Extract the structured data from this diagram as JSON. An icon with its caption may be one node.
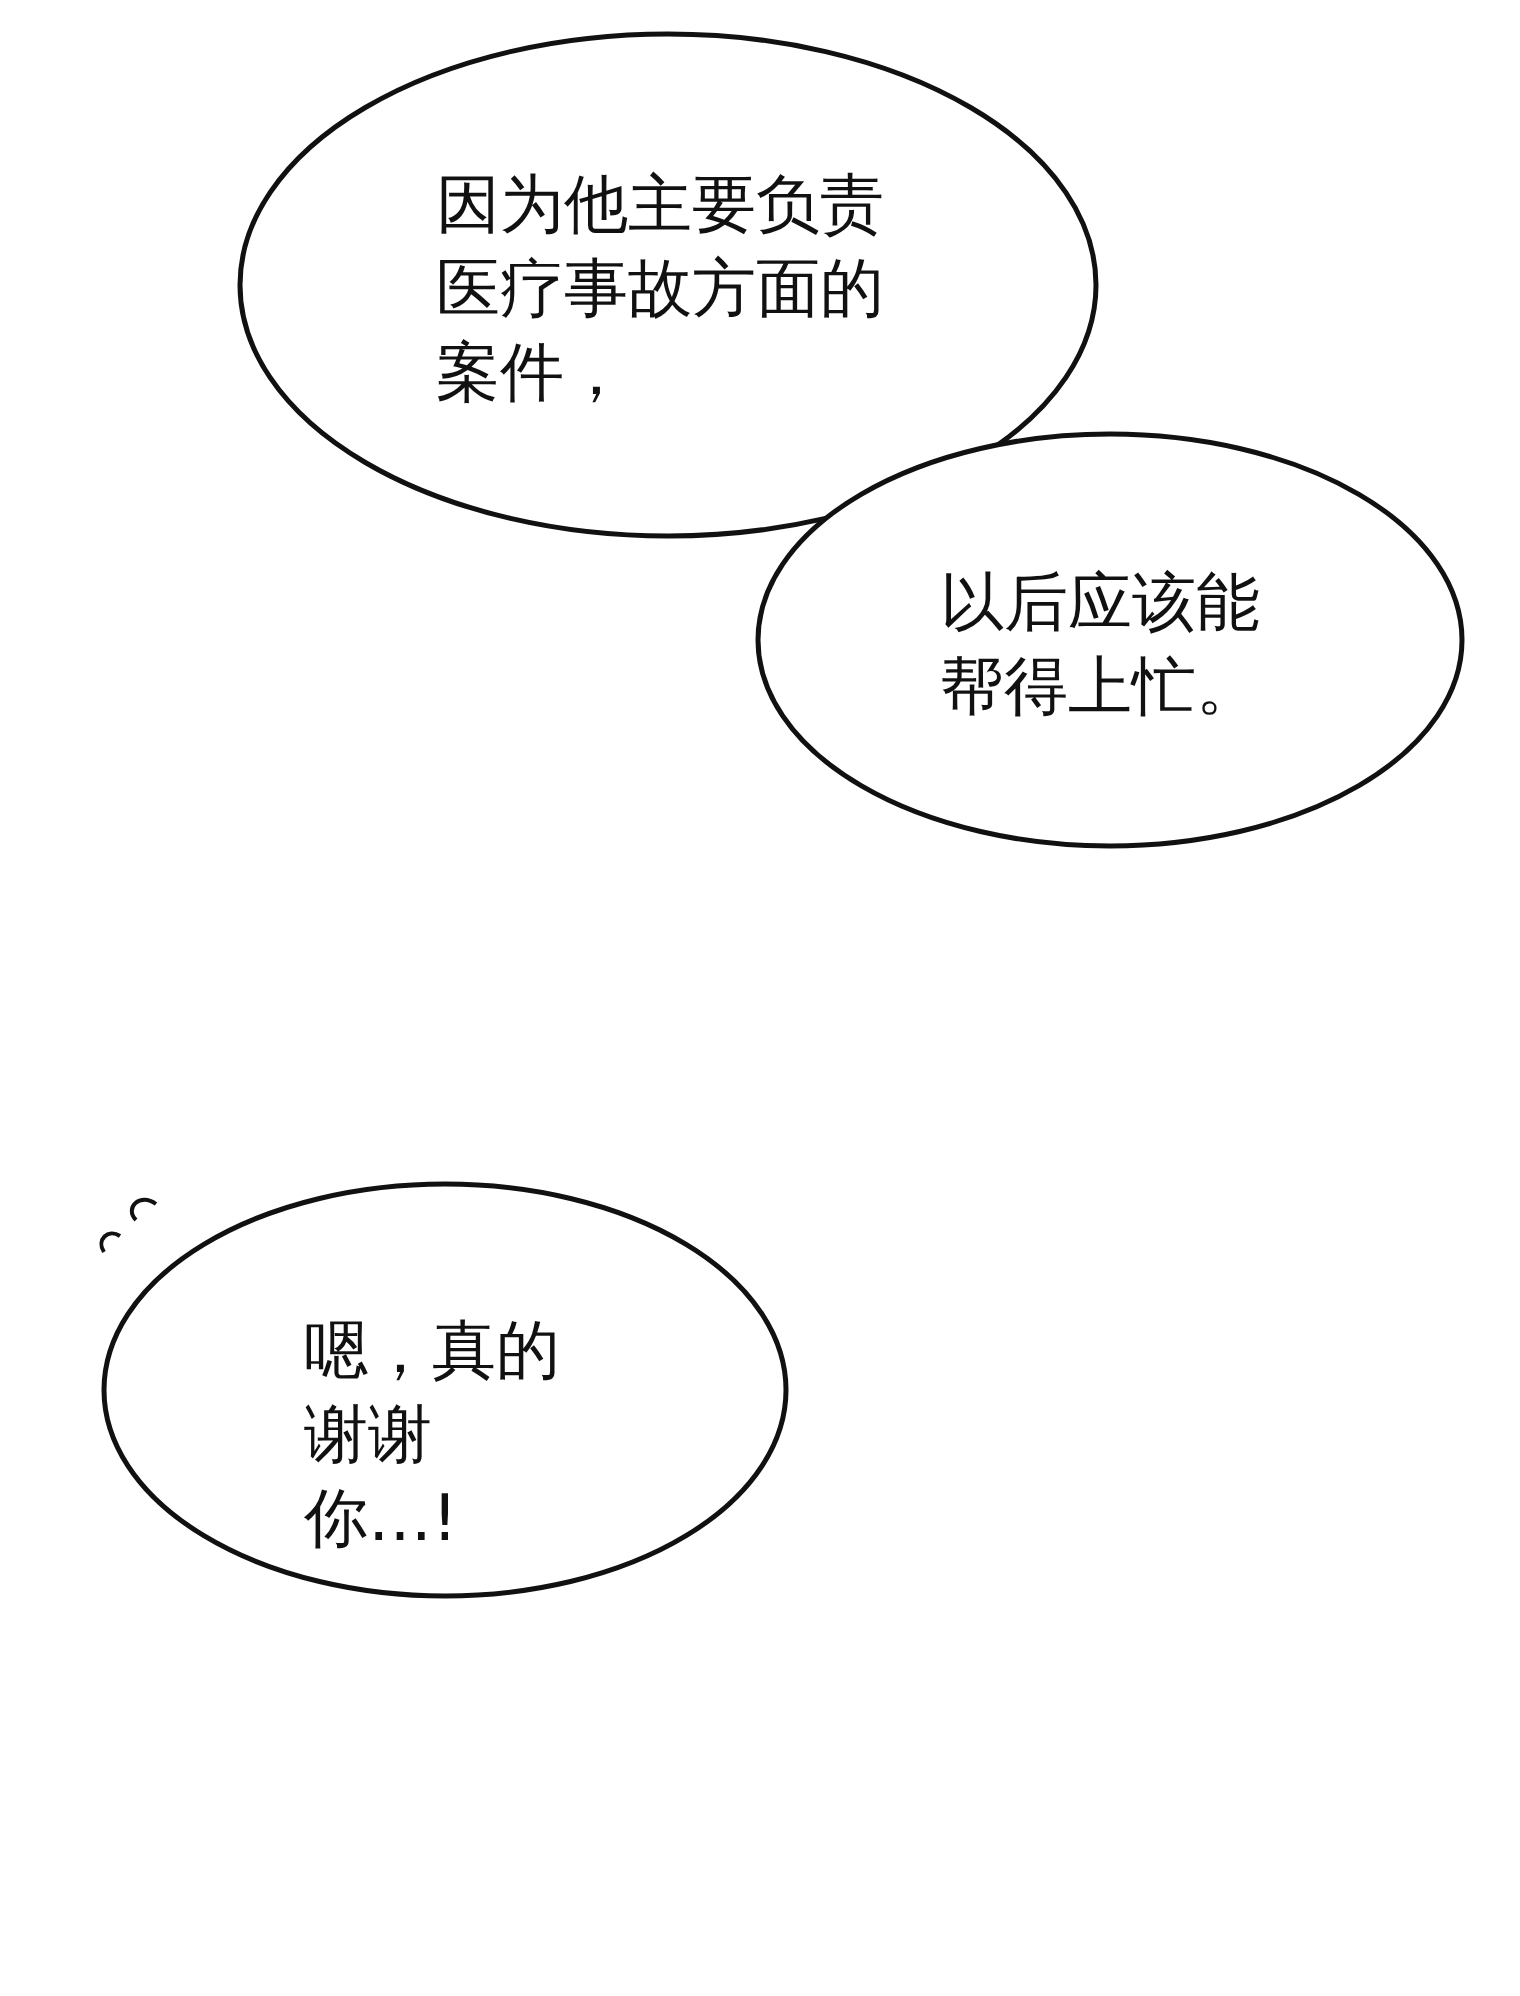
{
  "diagram": {
    "nodes": [
      {
        "text": [
          "因为他主要负责医疗事故方面的案件，"
        ]
      },
      {
        "text": [
          "以后应该能帮得上忙。"
        ]
      },
      {
        "text": [
          "嗯，真的谢谢你…!"
        ]
      }
    ]
  }
}
